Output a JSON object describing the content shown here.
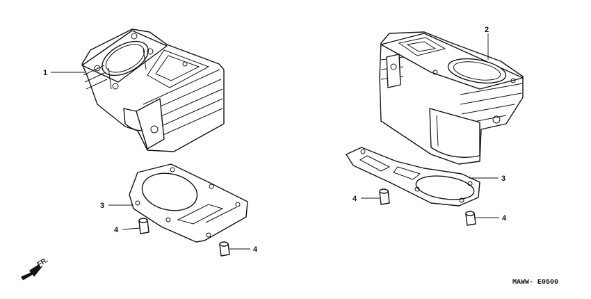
{
  "diagram": {
    "callouts": {
      "left_cylinder": "1",
      "right_cylinder": "2",
      "left_gasket": "3",
      "right_gasket": "3",
      "left_dowel": "4",
      "left_dowel_lower": "4",
      "right_dowel_left": "4",
      "right_dowel_right": "4"
    },
    "direction_label": "FR.",
    "diagram_code": "MAWW- E0500"
  }
}
